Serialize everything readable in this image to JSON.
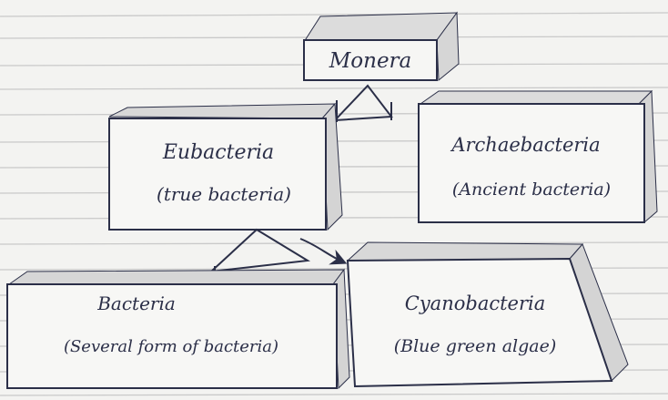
{
  "nodes": {
    "root": {
      "label": "Monera"
    },
    "eubacteria": {
      "label": "Eubacteria",
      "sublabel": "(true bacteria)"
    },
    "archaebacteria": {
      "label": "Archaebacteria",
      "sublabel": "(Ancient bacteria)"
    },
    "bacteria": {
      "label": "Bacteria",
      "sublabel": "(Several form of bacteria)"
    },
    "cyanobacteria": {
      "label": "Cyanobacteria",
      "sublabel": "(Blue green algae)"
    }
  },
  "colors": {
    "ink": "#2b2f48",
    "paper": "#f3f3f1",
    "rule": "#c9c9c9",
    "shade": "#d8d8d8"
  }
}
